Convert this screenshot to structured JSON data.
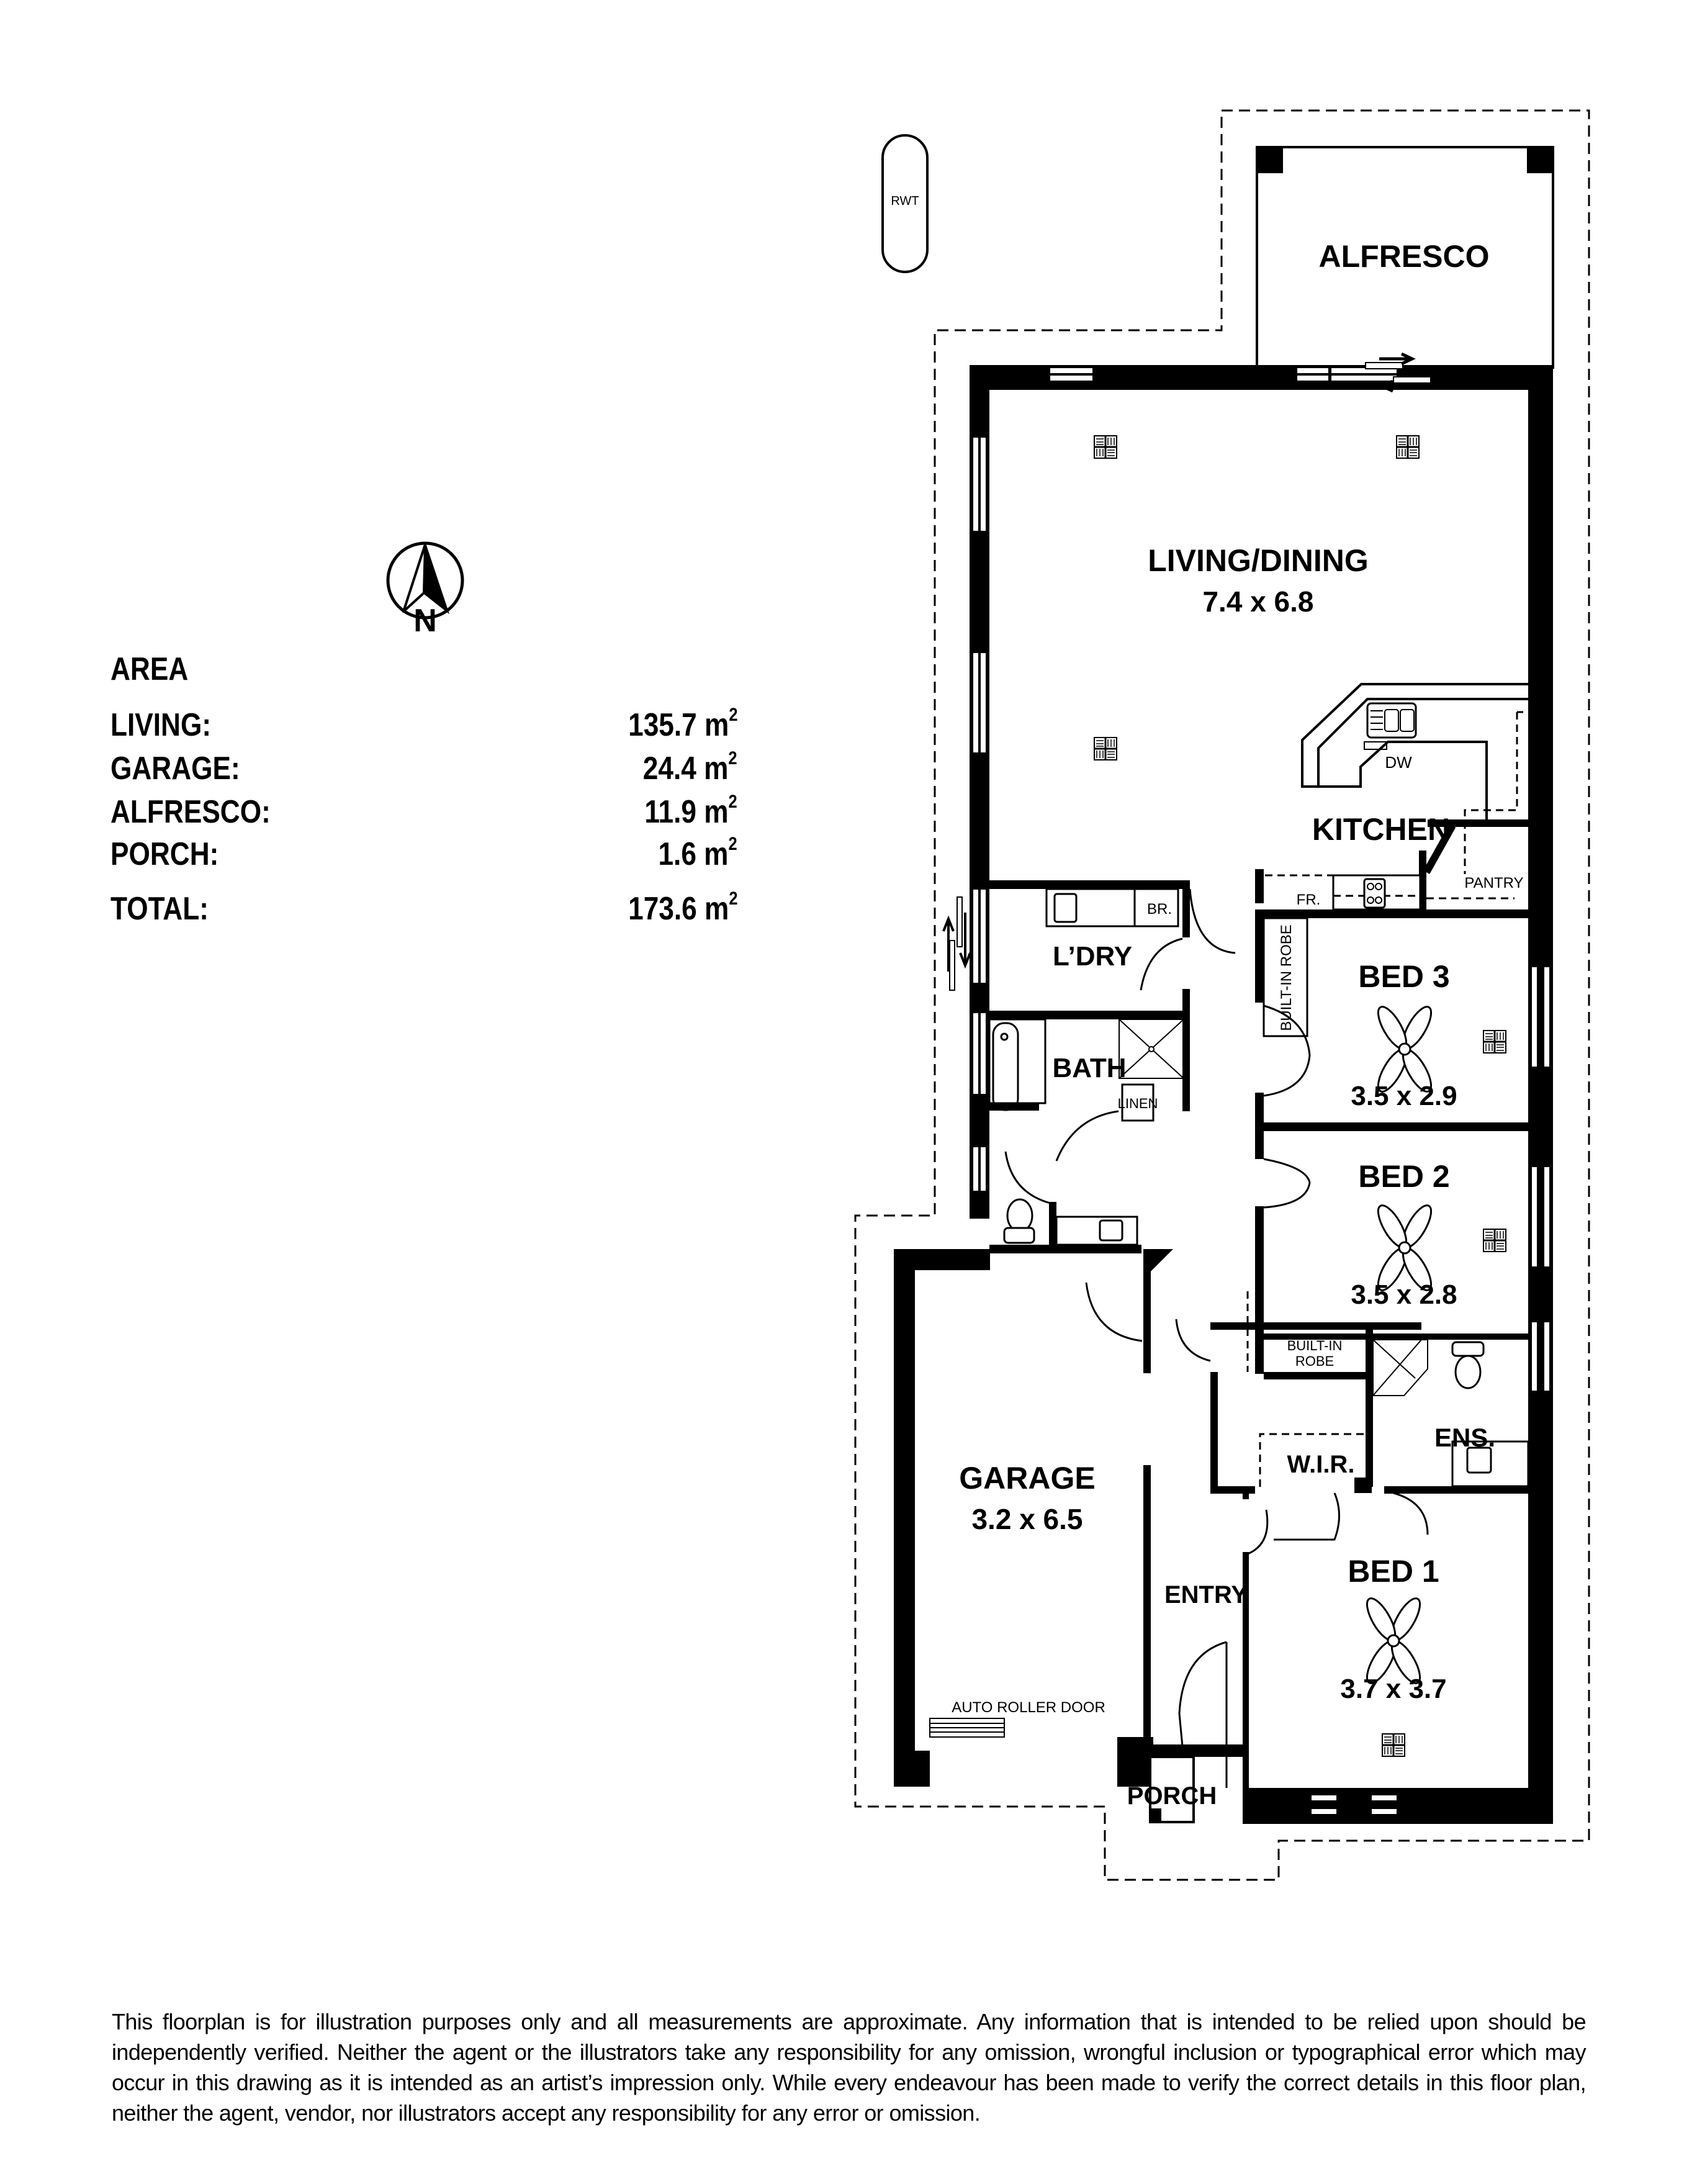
{
  "compass": {
    "letter": "N",
    "icon": "north-arrow-icon"
  },
  "area": {
    "title": "AREA",
    "unit_sup": "2",
    "rows": [
      {
        "label": "LIVING:",
        "value": "135.7 m"
      },
      {
        "label": "GARAGE:",
        "value": "24.4 m"
      },
      {
        "label": "ALFRESCO:",
        "value": "11.9 m"
      },
      {
        "label": "PORCH:",
        "value": "1.6 m"
      }
    ],
    "total": {
      "label": "TOTAL:",
      "value": "173.6 m"
    }
  },
  "rooms": {
    "alfresco": {
      "name": "ALFRESCO"
    },
    "living_dining": {
      "name": "LIVING/DINING",
      "size": "7.4 x 6.8"
    },
    "kitchen": {
      "name": "KITCHEN"
    },
    "laundry": {
      "name": "L’DRY"
    },
    "bath": {
      "name": "BATH"
    },
    "bed3": {
      "name": "BED 3",
      "size": "3.5 x 2.9"
    },
    "bed2": {
      "name": "BED 2",
      "size": "3.5 x 2.8"
    },
    "bed1": {
      "name": "BED 1",
      "size": "3.7 x 3.7"
    },
    "garage": {
      "name": "GARAGE",
      "size": "3.2 x 6.5"
    },
    "entry": {
      "name": "ENTRY"
    },
    "porch": {
      "name": "PORCH"
    },
    "ensuite": {
      "name": "ENS."
    },
    "wir": {
      "name": "W.I.R."
    }
  },
  "fixtures": {
    "rwt": "RWT",
    "dw": "DW",
    "fridge": "FR.",
    "pantry": "PANTRY",
    "broom": "BR.",
    "linen": "LINEN",
    "bir_bed3": "BUILT-IN ROBE",
    "bir_bed2_line1": "BUILT-IN",
    "bir_bed2_line2": "ROBE",
    "roller_door": "AUTO ROLLER DOOR"
  },
  "disclaimer": "This floorplan is for illustration purposes only and all measurements are approximate. Any information that is intended to be relied upon should be independently verified. Neither the agent or the illustrators take any responsibility for any omission, wrongful inclusion or typographical error which may occur in this drawing as it is intended as an artist’s impression only. While every endeavour has been made to verify the correct details in this floor plan, neither the agent, vendor, nor illustrators accept any responsibility for any error or omission."
}
